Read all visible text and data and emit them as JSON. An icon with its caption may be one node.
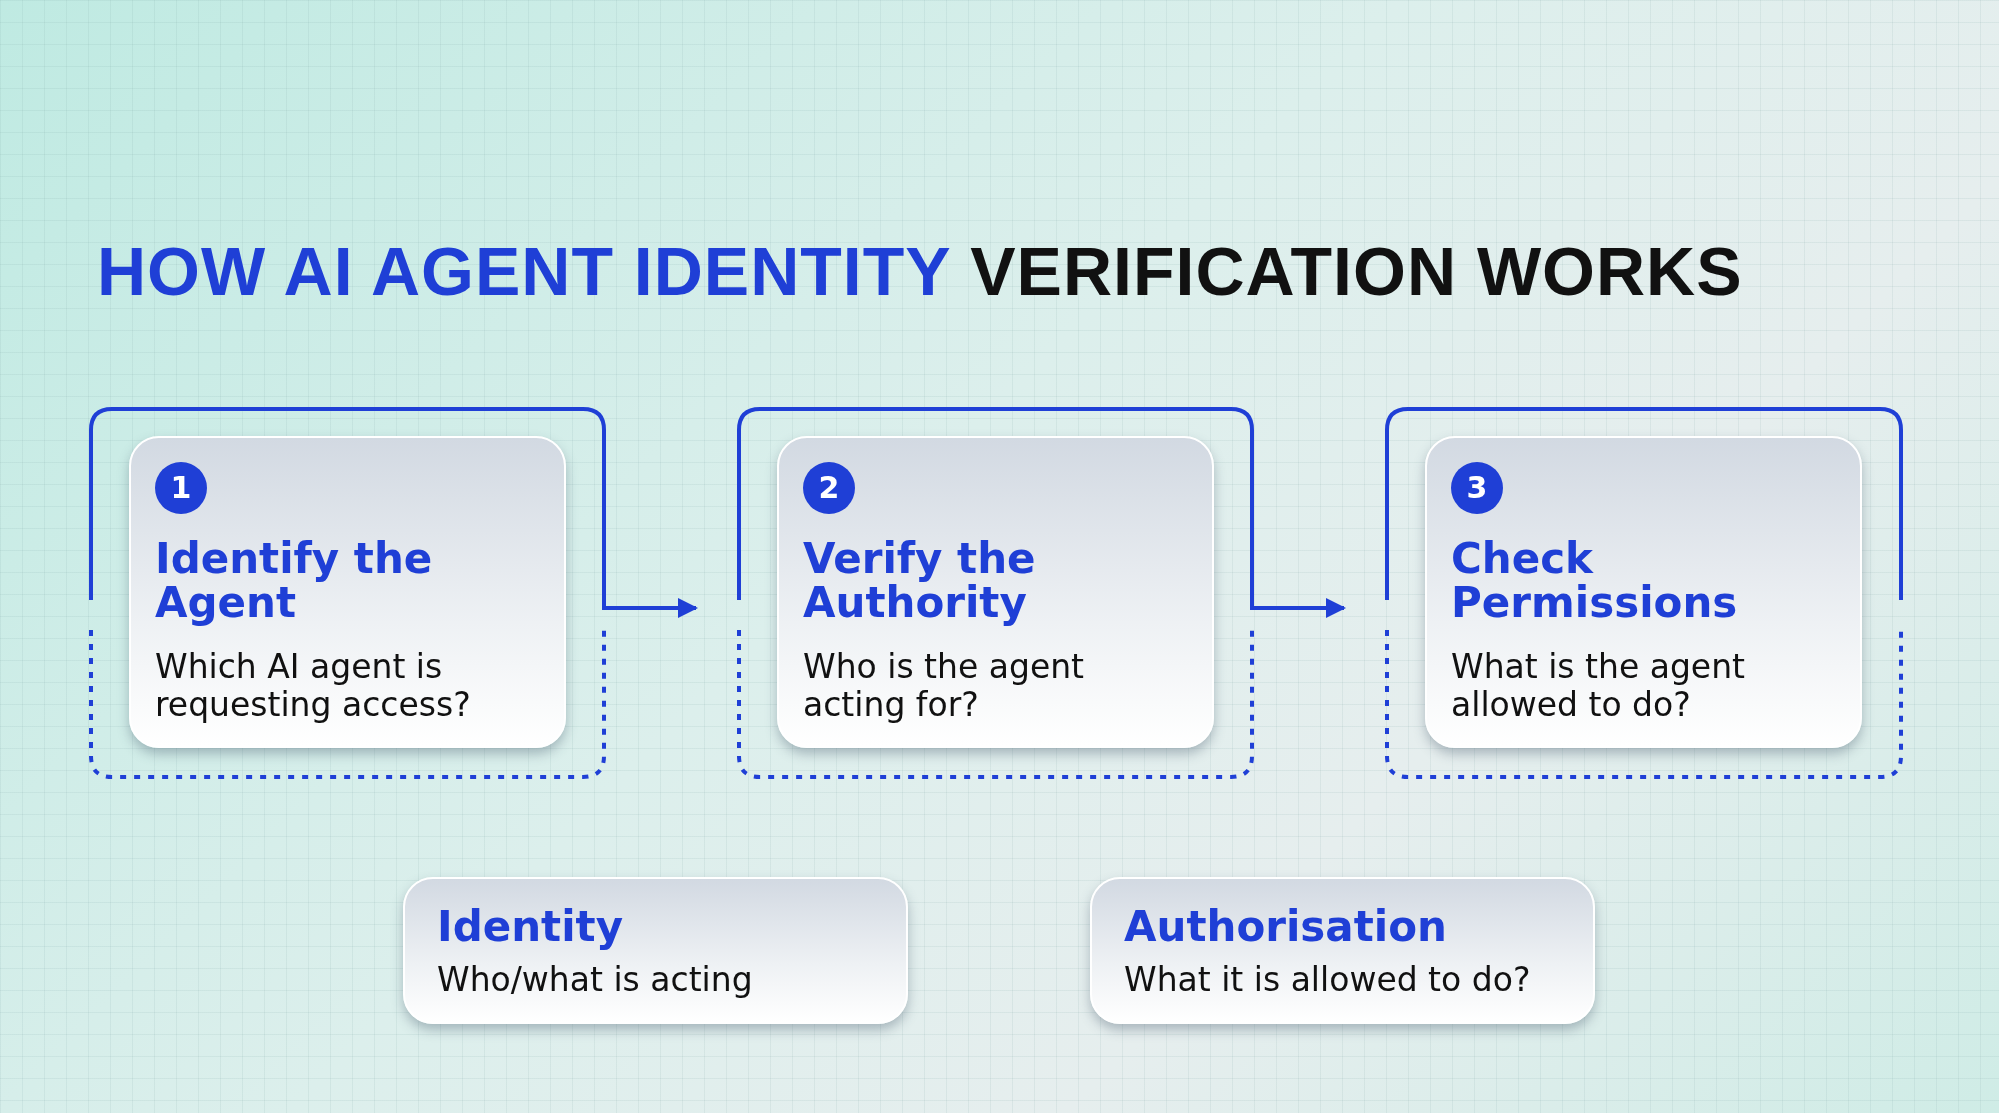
{
  "diagram": {
    "title": "HOW AI AGENT IDENTITY VERIFICATION WORKS",
    "nodes": [
      {
        "text": [],
        "shape": "box"
      },
      {
        "text": [
          "1",
          "Identify the Agent",
          "Which AI agent is requesting access?"
        ],
        "in": 0
      },
      {
        "text": [],
        "shape": "box"
      },
      {
        "text": [
          "2",
          "Verify the Authority",
          "Who is the agent acting for?"
        ],
        "in": 2
      },
      {
        "text": [],
        "shape": "box"
      },
      {
        "text": [
          "3",
          "Check Permissions",
          "What is the agent allowed to do?"
        ],
        "in": 4
      },
      {
        "text": [
          "Identity",
          "Who/what is acting"
        ]
      },
      {
        "text": [
          "Authorisation",
          "What it is allowed to do?"
        ]
      }
    ],
    "edges": [
      {
        "from": 0,
        "to": 2,
        "arrow": "to"
      },
      {
        "from": 2,
        "to": 4,
        "arrow": "to"
      }
    ]
  }
}
